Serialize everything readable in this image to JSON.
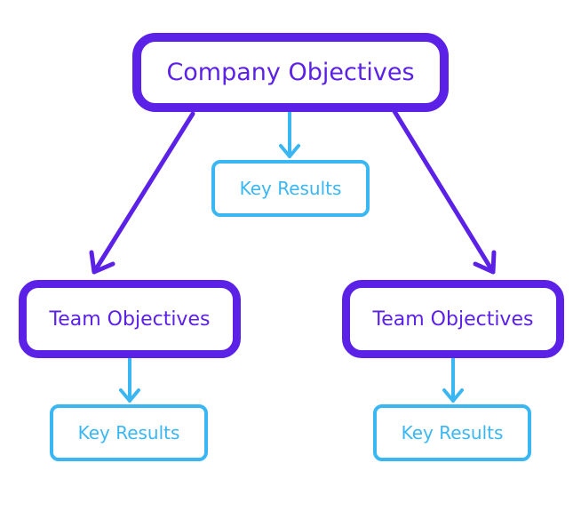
{
  "diagram": {
    "company": {
      "label": "Company Objectives"
    },
    "key_results_center": {
      "label": "Key Results"
    },
    "team_left": {
      "label": "Team Objectives",
      "key_results": "Key Results"
    },
    "team_right": {
      "label": "Team Objectives",
      "key_results": "Key Results"
    }
  },
  "colors": {
    "objective": "#5b21e6",
    "key_result": "#3ab7f3",
    "background": "#ffffff"
  }
}
